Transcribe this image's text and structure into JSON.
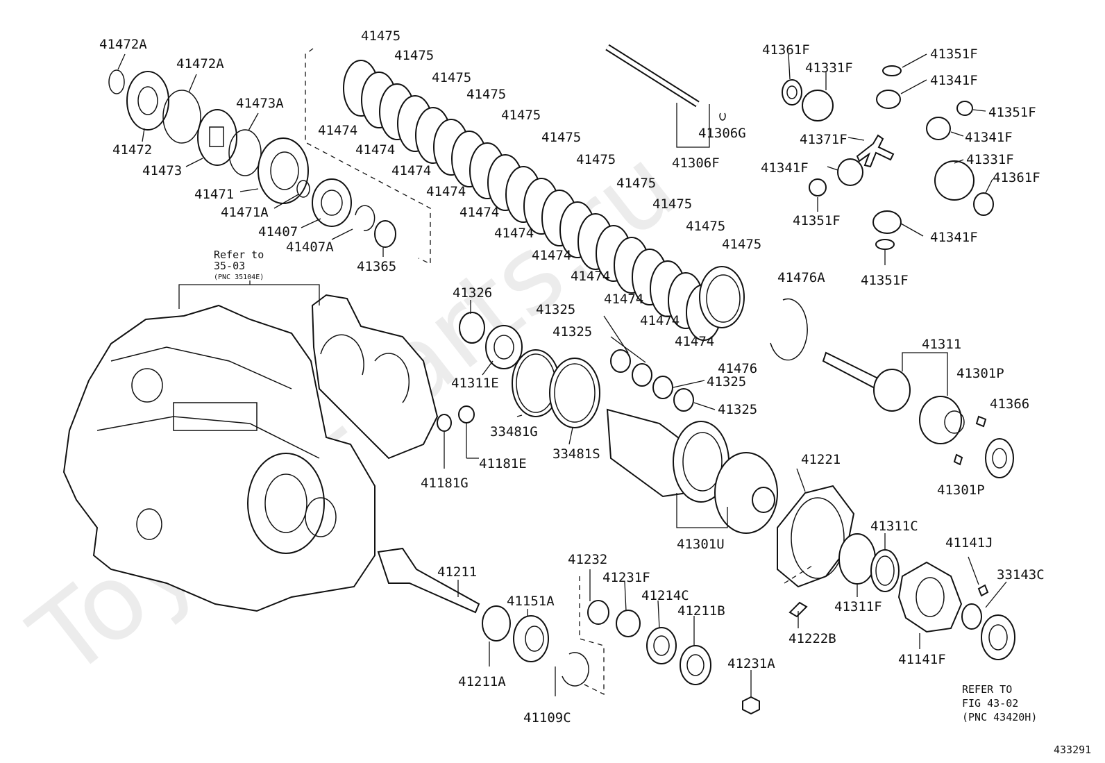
{
  "watermark": "Toyota-Parts.ru",
  "diagram_id": "433291",
  "notes": {
    "refer_top_line1": "Refer to",
    "refer_top_line2": "35-03",
    "refer_top_line3": "(PNC 35104E)",
    "refer_bottom_line1": "REFER TO",
    "refer_bottom_line2": "FIG 43-02",
    "refer_bottom_line3": "(PNC 43420H)"
  },
  "labels": {
    "p41472A_1": "41472A",
    "p41472A_2": "41472A",
    "p41472": "41472",
    "p41473A": "41473A",
    "p41473": "41473",
    "p41471": "41471",
    "p41471A": "41471A",
    "p41407": "41407",
    "p41407A": "41407A",
    "p41365": "41365",
    "p41475": "41475",
    "p41474": "41474",
    "p41476A": "41476A",
    "p41476": "41476",
    "p41306G": "41306G",
    "p41306F": "41306F",
    "p41361F": "41361F",
    "p41331F": "41331F",
    "p41371F": "41371F",
    "p41351F": "41351F",
    "p41341F": "41341F",
    "p41326": "41326",
    "p41311E": "41311E",
    "p41325": "41325",
    "p33481G": "33481G",
    "p33481S": "33481S",
    "p41181E": "41181E",
    "p41181G": "41181G",
    "p41311": "41311",
    "p41301P": "41301P",
    "p41366": "41366",
    "p41221": "41221",
    "p41301U": "41301U",
    "p41311C": "41311C",
    "p41311F": "41311F",
    "p41141J": "41141J",
    "p33143C": "33143C",
    "p41141F": "41141F",
    "p41222B": "41222B",
    "p41211": "41211",
    "p41211A": "41211A",
    "p41151A": "41151A",
    "p41109C": "41109C",
    "p41232": "41232",
    "p41231F": "41231F",
    "p41214C": "41214C",
    "p41211B": "41211B",
    "p41231A": "41231A"
  }
}
